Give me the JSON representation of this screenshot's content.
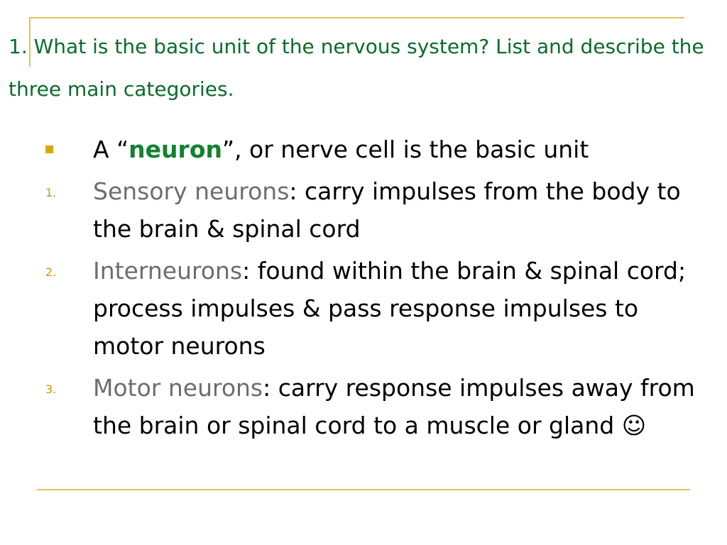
{
  "colors": {
    "title": "#0b6b2b",
    "accent_rule": "#e3c15a",
    "bullet": "#d9a800",
    "term": "#6d6d6d",
    "highlight": "#11822f"
  },
  "slide": {
    "title": "1. What is the basic unit of the nervous system? List and describe the three main categories.",
    "bullet": {
      "prefix": "A “",
      "keyword": "neuron",
      "suffix": "”, or nerve cell is the basic unit"
    },
    "items": [
      {
        "number": "1.",
        "term": "Sensory neurons",
        "description": ": carry impulses from the body to the brain & spinal cord"
      },
      {
        "number": "2.",
        "term": "Interneurons",
        "description": ": found within the brain & spinal cord; process impulses & pass response impulses to motor neurons"
      },
      {
        "number": "3.",
        "term": "Motor neurons",
        "description": ": carry response impulses away from the brain or spinal cord to a muscle or gland ☺"
      }
    ]
  }
}
